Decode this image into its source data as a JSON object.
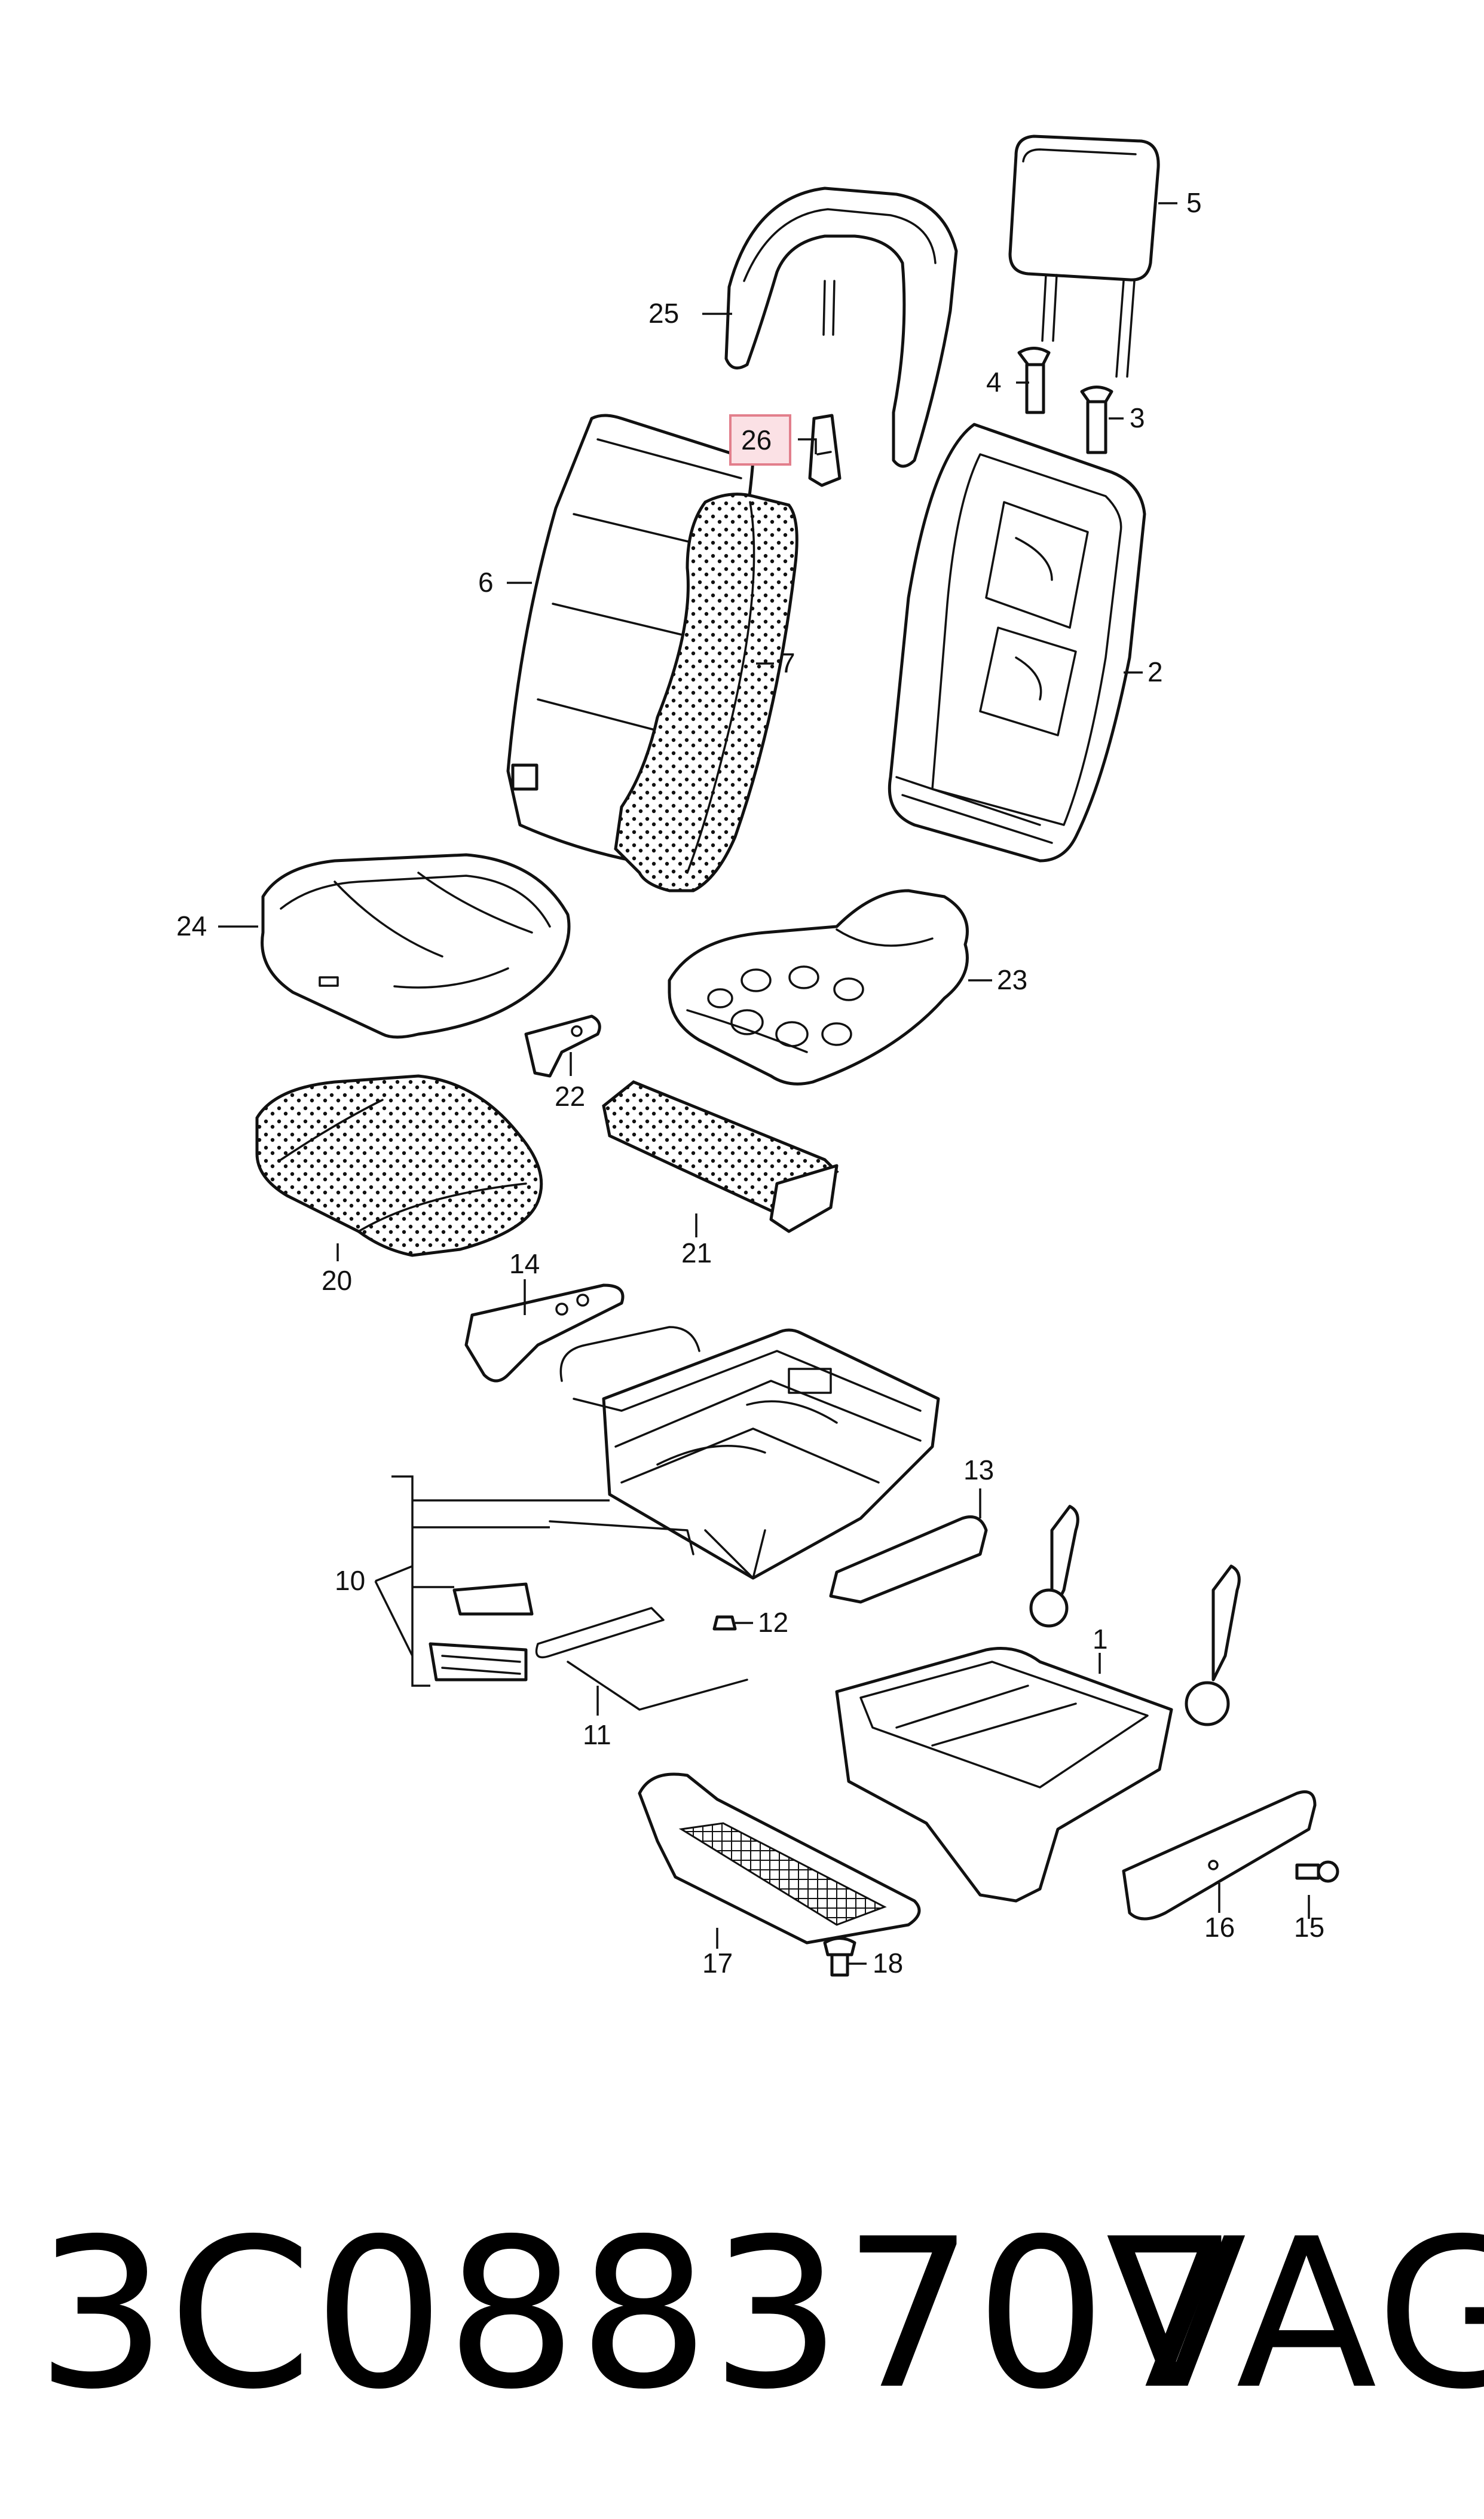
{
  "callouts": {
    "c1": "1",
    "c2": "2",
    "c3": "3",
    "c4": "4",
    "c5": "5",
    "c6": "6",
    "c7": "7",
    "c10": "10",
    "c11": "11",
    "c12": "12",
    "c13": "13",
    "c14": "14",
    "c15": "15",
    "c16": "16",
    "c17": "17",
    "c18": "18",
    "c20": "20",
    "c21": "21",
    "c22": "22",
    "c23": "23",
    "c24": "24",
    "c25": "25",
    "c26": "26"
  },
  "highlighted_callout": "26",
  "highlight_color": "#fbe1e5",
  "footer": {
    "part_number": "3C0883707",
    "brand": "VAG"
  }
}
